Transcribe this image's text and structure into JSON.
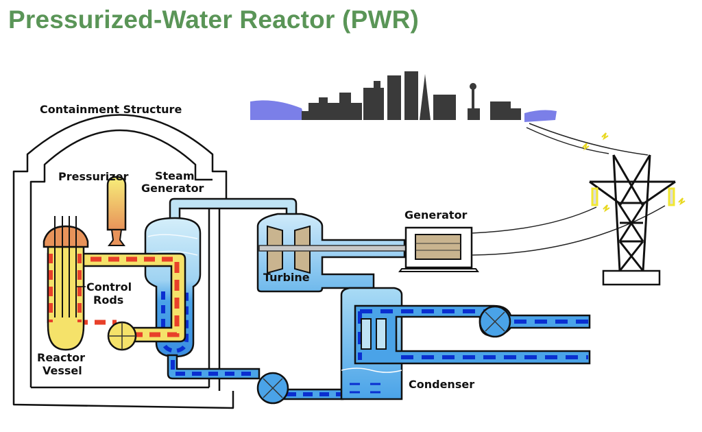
{
  "title": "Pressurized-Water Reactor (PWR)",
  "labels": {
    "containment": "Containment Structure",
    "pressurizer": "Pressurizer",
    "steam_generator_line1": "Steam",
    "steam_generator_line2": "Generator",
    "control_rods_line1": "Control",
    "control_rods_line2": "Rods",
    "reactor_vessel_line1": "Reactor",
    "reactor_vessel_line2": "Vessel",
    "turbine": "Turbine",
    "generator": "Generator",
    "condenser": "Condenser"
  },
  "colors": {
    "title": "#5a9557",
    "primary_loop_hot": "#e8402a",
    "primary_loop_fill": "#f5e26a",
    "reactor_head": "#e8935a",
    "steam": "#bfe3f5",
    "water": "#4aa3e8",
    "cooling_flow": "#0a2fd0",
    "turbine_blades": "#c9b48f",
    "city_sky": "#7b7fe8",
    "building": "#3a3a3a",
    "window": "#f0ec8a",
    "spark": "#f2e832"
  }
}
